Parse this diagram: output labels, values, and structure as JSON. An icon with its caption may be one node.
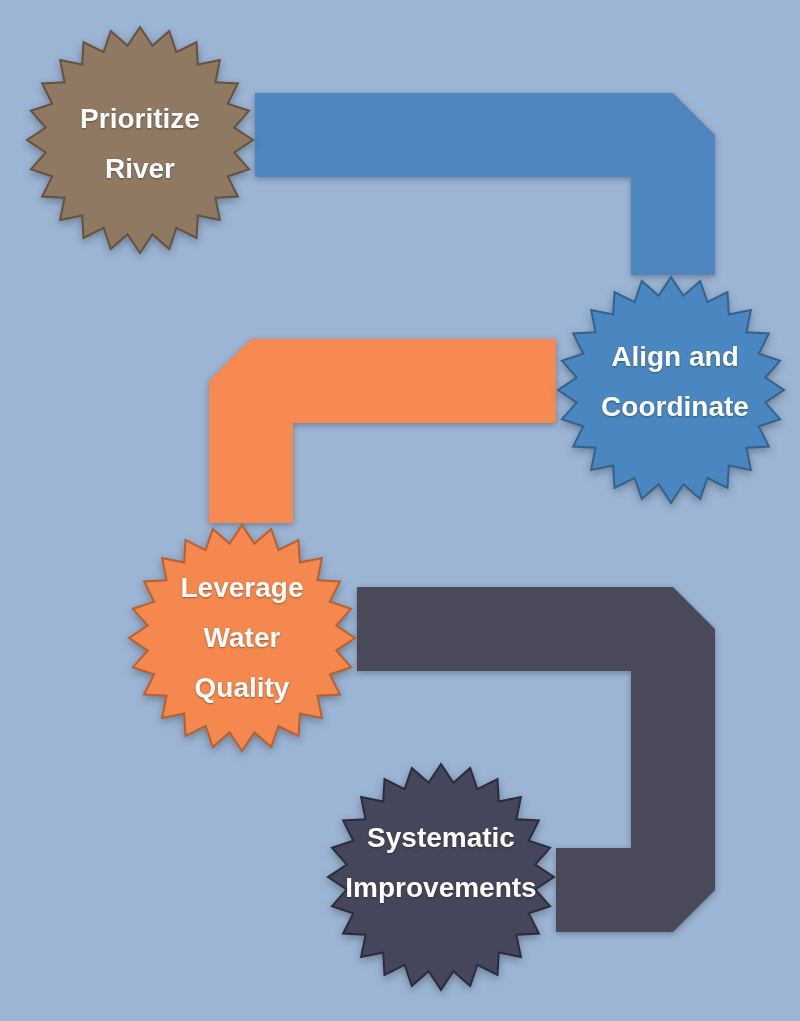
{
  "diagram": {
    "nodes": [
      {
        "text": [
          "Prioritize River"
        ]
      },
      {
        "text": [
          "Align and Coordinate"
        ]
      },
      {
        "text": [
          "Leverage Water Quality"
        ]
      },
      {
        "text": [
          "Systematic Improvements"
        ]
      }
    ],
    "edges": [
      {
        "from": 0,
        "to": 1,
        "arrow": "none",
        "color": "#4f86bf"
      },
      {
        "from": 1,
        "to": 2,
        "arrow": "none",
        "color": "#f68a52"
      },
      {
        "from": 2,
        "to": 3,
        "arrow": "none",
        "color": "#4a4a5b"
      }
    ]
  }
}
